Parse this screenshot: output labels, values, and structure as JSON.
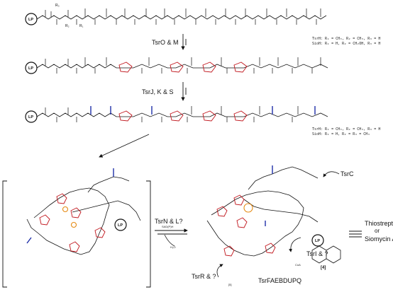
{
  "steps": [
    {
      "enzymes": "TsrO & M"
    },
    {
      "enzymes": "TsrJ, K & S"
    },
    {
      "enzymes": "TsrN & L?",
      "cofactor": "SAD(P)H"
    },
    {
      "enzymes": "TsrC"
    },
    {
      "enzymes": "TsrI & ?"
    },
    {
      "enzymes": "TsrR & ?"
    },
    {
      "enzymes": "TsrFAEBDUPQ"
    }
  ],
  "substituents": {
    "row1": {
      "tsr": "TsrH: R₁ = CH₃, R₂ = CH₃, R₃ = H",
      "sio": "SioH: R₁ = H, R₂ = CH₂OH, R₃ = H"
    },
    "row3": {
      "tsr": "TsrH: R₁ = CH₃, R₂ = CH₃, R₃ = H",
      "sio": "SioH: R₁ = H, R₂ = R₃ = CH₃"
    }
  },
  "labels": {
    "lp": "LP",
    "r3": "R₃",
    "r2": "R₂",
    "r1": "R₁",
    "water": "H₂O",
    "bracket_4": "[4]",
    "bracket_5": "[5]",
    "coa": "CoA",
    "cofactor_label": "SAD(P)H"
  },
  "products": {
    "name1": "Thiostrepton",
    "or": "or",
    "name2": "Siomycin A"
  },
  "colors": {
    "ink": "#111111",
    "heterocycle": "#c0151c",
    "dehydro": "#1f2fa8",
    "highlight": "#e58a12"
  }
}
